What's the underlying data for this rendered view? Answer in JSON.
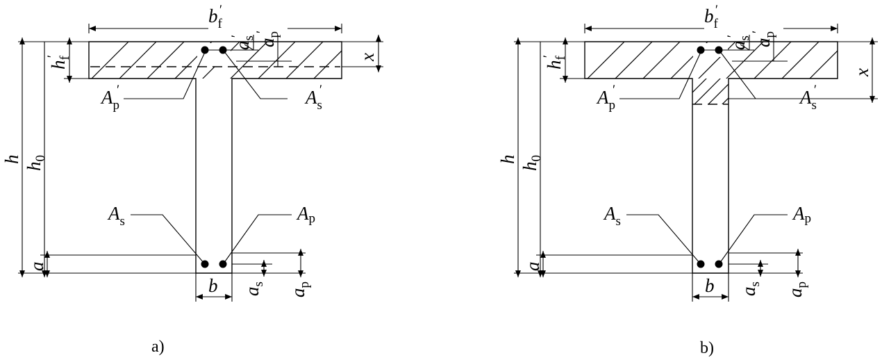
{
  "figure": {
    "panels": [
      {
        "caption": "a)",
        "labels": {
          "flange_width": {
            "main": "b",
            "sub": "f",
            "prime": "′"
          },
          "flange_thickness": {
            "main": "h",
            "sub": "f",
            "prime": "′"
          },
          "height": {
            "main": "h"
          },
          "effective_height": {
            "main": "h",
            "sub": "0"
          },
          "bottom_cover": {
            "main": "a"
          },
          "web_width": {
            "main": "b"
          },
          "compression_depth": {
            "main": "x"
          },
          "top_steel_cover": {
            "main": "a",
            "sub": "s",
            "prime": "′"
          },
          "top_tendon_cover": {
            "main": "a",
            "sub": "p",
            "prime": "′"
          },
          "top_tendon_area": {
            "main": "A",
            "sub": "p",
            "prime": "′"
          },
          "top_steel_area": {
            "main": "A",
            "sub": "s",
            "prime": "′"
          },
          "bottom_steel_area": {
            "main": "A",
            "sub": "s"
          },
          "bottom_tendon_area": {
            "main": "A",
            "sub": "p"
          },
          "bottom_steel_cover": {
            "main": "a",
            "sub": "s"
          },
          "bottom_tendon_cover": {
            "main": "a",
            "sub": "p"
          }
        }
      },
      {
        "caption": "b)",
        "labels": {
          "flange_width": {
            "main": "b",
            "sub": "f",
            "prime": "′"
          },
          "flange_thickness": {
            "main": "h",
            "sub": "f",
            "prime": "′"
          },
          "height": {
            "main": "h"
          },
          "effective_height": {
            "main": "h",
            "sub": "0"
          },
          "bottom_cover": {
            "main": "a"
          },
          "web_width": {
            "main": "b"
          },
          "compression_depth": {
            "main": "x"
          },
          "top_steel_cover": {
            "main": "a",
            "sub": "s",
            "prime": "′"
          },
          "top_tendon_cover": {
            "main": "a",
            "sub": "p",
            "prime": "′"
          },
          "top_tendon_area": {
            "main": "A",
            "sub": "p",
            "prime": "′"
          },
          "top_steel_area": {
            "main": "A",
            "sub": "s",
            "prime": "′"
          },
          "bottom_steel_area": {
            "main": "A",
            "sub": "s"
          },
          "bottom_tendon_area": {
            "main": "A",
            "sub": "p"
          },
          "bottom_steel_cover": {
            "main": "a",
            "sub": "s"
          },
          "bottom_tendon_cover": {
            "main": "a",
            "sub": "p"
          }
        }
      }
    ]
  }
}
